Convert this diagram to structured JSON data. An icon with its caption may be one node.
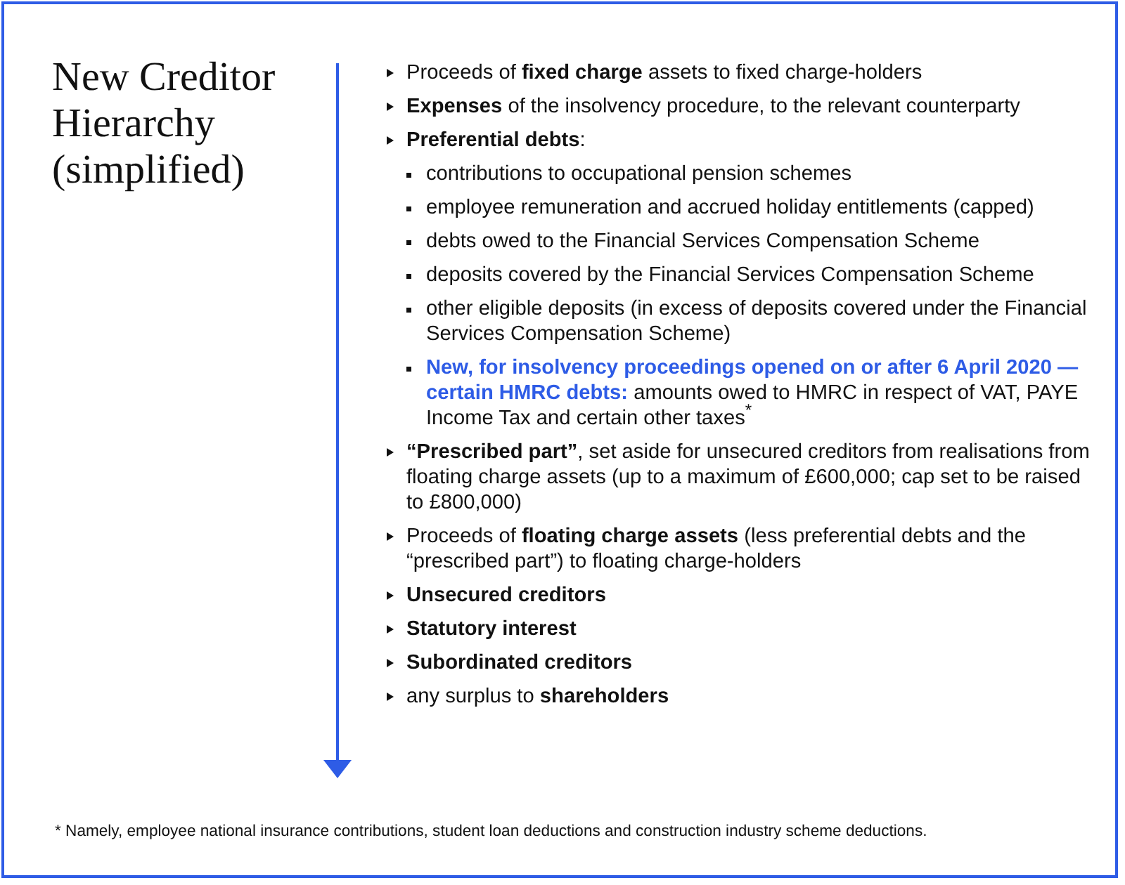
{
  "diagram": {
    "title": "New Creditor Hierarchy (simplified)",
    "labels": [
      "Proceeds of **fixed charge** assets to fixed charge-holders",
      "**Expenses** of the insolvency procedure, to the relevant counterparty",
      "**Preferential debts**:",
      "contributions to occupational pension schemes",
      "employee remuneration and accrued holiday entitlements (capped)",
      "debts owed to the Financial Services Compensation Scheme",
      "deposits covered by the Financial Services Compensation Scheme",
      "other eligible deposits (in excess of deposits covered under the Financial Services Compensation Scheme)",
      "**New, for insolvency proceedings opened on or after 6 April 2020 — certain HMRC debts:** amounts owed to HMRC in respect of VAT, PAYE Income Tax and certain other taxes$^{*}$",
      "**“Prescribed part”**, set aside for unsecured creditors from realisations from floating charge assets (up to a maximum of £600,000; cap set to be raised to £800,000)",
      "Proceeds of **floating charge assets** (less preferential debts and the “prescribed part”) to floating charge-holders",
      "**Unsecured creditors**",
      "**Statutory interest**",
      "**Subordinated creditors**",
      "any surplus to **shareholders**"
    ],
    "caption": "*  Namely, employee national insurance contributions, student loan deductions and construction industry scheme deductions."
  }
}
